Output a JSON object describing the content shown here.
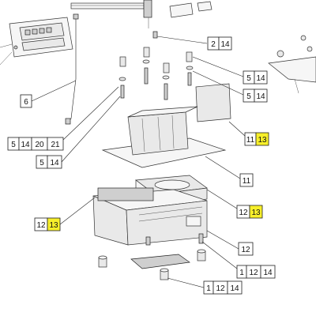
{
  "colors": {
    "highlight": "#f7ef2a",
    "line": "#222222",
    "part_fill": "#e9e9e9"
  },
  "callouts": {
    "c_2_14": {
      "cells": [
        {
          "text": "2",
          "highlighted": false
        },
        {
          "text": "14",
          "highlighted": false
        }
      ]
    },
    "c_5_14_a": {
      "cells": [
        {
          "text": "5",
          "highlighted": false
        },
        {
          "text": "14",
          "highlighted": false
        }
      ]
    },
    "c_5_14_b": {
      "cells": [
        {
          "text": "5",
          "highlighted": false
        },
        {
          "text": "14",
          "highlighted": false
        }
      ]
    },
    "c_6": {
      "cells": [
        {
          "text": "6",
          "highlighted": false
        }
      ]
    },
    "c_11_13": {
      "cells": [
        {
          "text": "11",
          "highlighted": false
        },
        {
          "text": "13",
          "highlighted": true
        }
      ]
    },
    "c_5_14_20_21": {
      "cells": [
        {
          "text": "5",
          "highlighted": false
        },
        {
          "text": "14",
          "highlighted": false
        },
        {
          "text": "20",
          "highlighted": false
        },
        {
          "text": "21",
          "highlighted": false
        }
      ]
    },
    "c_5_14_c": {
      "cells": [
        {
          "text": "5",
          "highlighted": false
        },
        {
          "text": "14",
          "highlighted": false
        }
      ]
    },
    "c_11": {
      "cells": [
        {
          "text": "11",
          "highlighted": false
        }
      ]
    },
    "c_12_13_right": {
      "cells": [
        {
          "text": "12",
          "highlighted": false
        },
        {
          "text": "13",
          "highlighted": true
        }
      ]
    },
    "c_12_13_left": {
      "cells": [
        {
          "text": "12",
          "highlighted": false
        },
        {
          "text": "13",
          "highlighted": true
        }
      ]
    },
    "c_12": {
      "cells": [
        {
          "text": "12",
          "highlighted": false
        }
      ]
    },
    "c_1_12_14_a": {
      "cells": [
        {
          "text": "1",
          "highlighted": false
        },
        {
          "text": "12",
          "highlighted": false
        },
        {
          "text": "14",
          "highlighted": false
        }
      ]
    },
    "c_1_12_14_b": {
      "cells": [
        {
          "text": "1",
          "highlighted": false
        },
        {
          "text": "12",
          "highlighted": false
        },
        {
          "text": "14",
          "highlighted": false
        }
      ]
    }
  }
}
